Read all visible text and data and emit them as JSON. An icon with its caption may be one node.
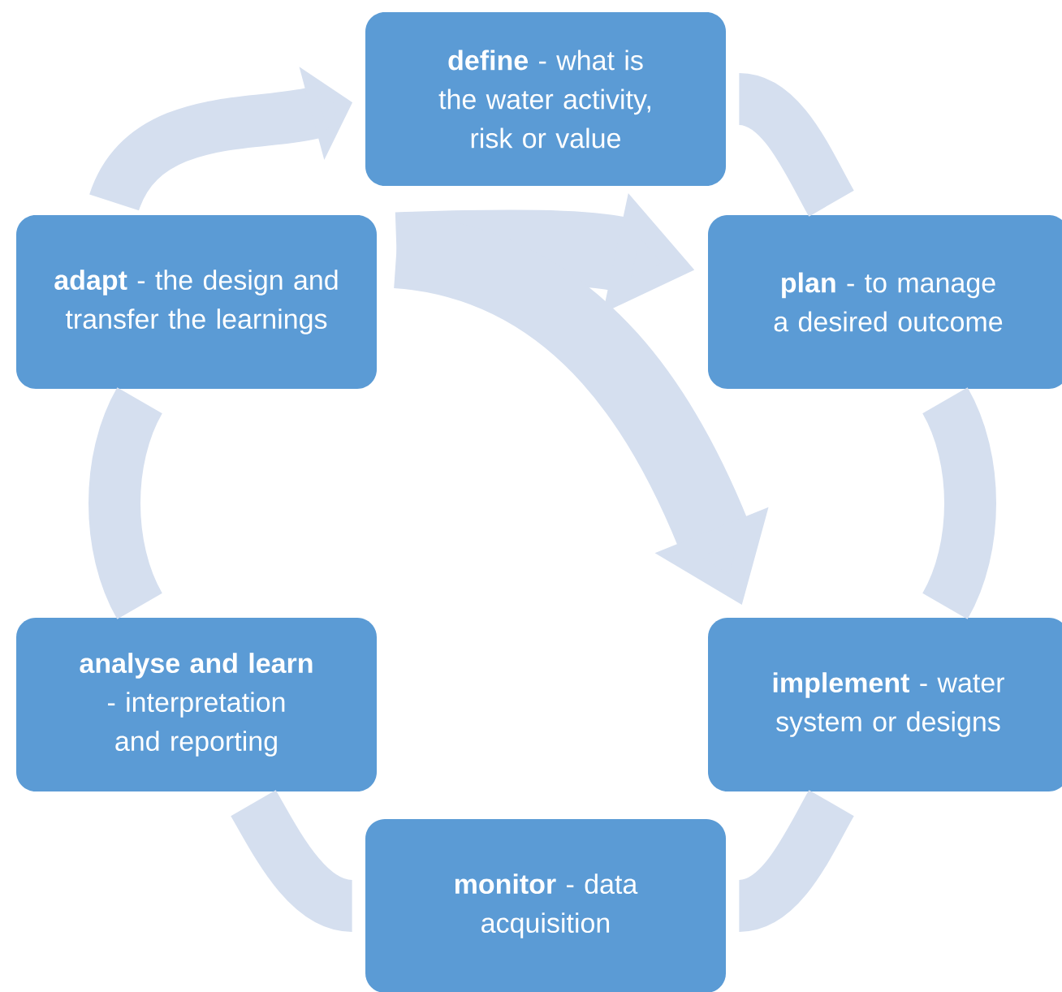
{
  "diagram": {
    "nodes": [
      {
        "text": [
          "**define** - what is the water activity, risk or value"
        ]
      },
      {
        "text": [
          "**plan** - to manage a desired outcome"
        ]
      },
      {
        "text": [
          "**implement** - water system or designs"
        ]
      },
      {
        "text": [
          "**monitor** - data acquisition"
        ]
      },
      {
        "text": [
          "**analyse and learn** - interpretation and reporting"
        ]
      },
      {
        "text": [
          "**adapt** - the design and transfer the learnings"
        ]
      }
    ],
    "edges": [
      {
        "from": 0,
        "to": 1,
        "arrow": "none"
      },
      {
        "from": 1,
        "to": 2,
        "arrow": "none"
      },
      {
        "from": 2,
        "to": 3,
        "arrow": "none"
      },
      {
        "from": 3,
        "to": 4,
        "arrow": "none"
      },
      {
        "from": 4,
        "to": 5,
        "arrow": "none"
      },
      {
        "from": 5,
        "to": 0,
        "arrow": "to"
      },
      {
        "from": 5,
        "to": 1,
        "arrow": "to"
      },
      {
        "from": 5,
        "to": 2,
        "arrow": "to"
      }
    ]
  }
}
